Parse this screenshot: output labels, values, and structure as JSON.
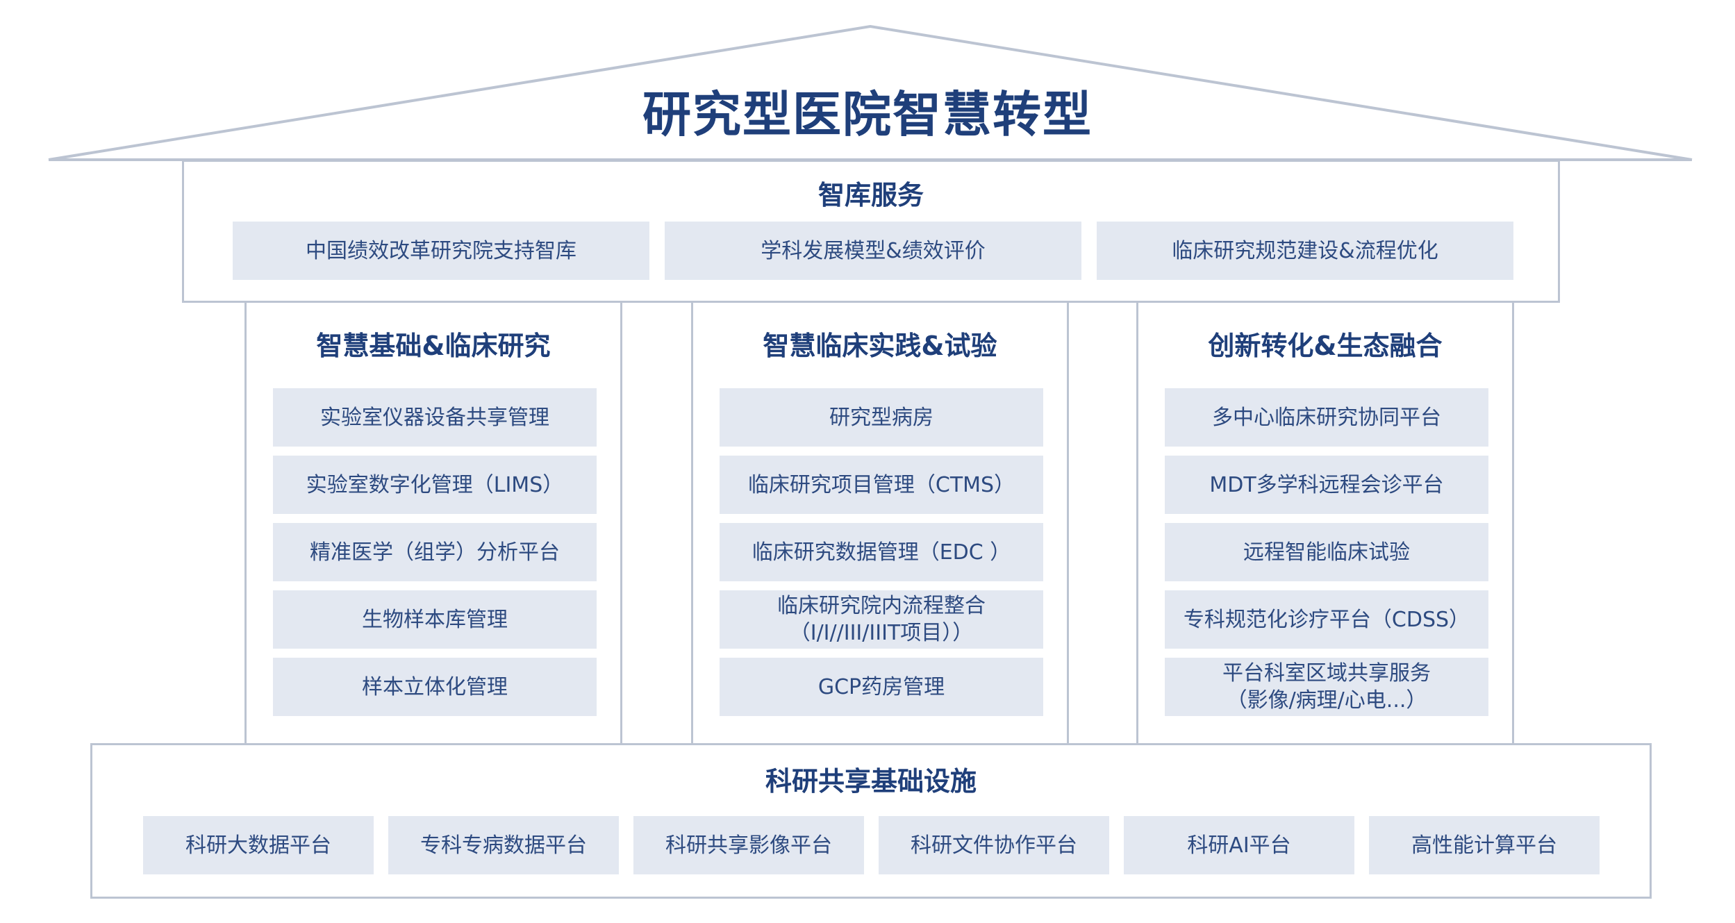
{
  "title": "研究型医院智慧转型",
  "think_tank": {
    "title": "智库服务",
    "items": [
      "中国绩效改革研究院支持智库",
      "学科发展模型&绩效评价",
      "临床研究规范建设&流程优化"
    ]
  },
  "pillars": [
    {
      "title": "智慧基础&临床研究",
      "items": [
        [
          "实验室仪器设备共享管理"
        ],
        [
          "实验室数字化管理（LIMS）"
        ],
        [
          "精准医学（组学）分析平台"
        ],
        [
          "生物样本库管理"
        ],
        [
          "样本立体化管理"
        ]
      ]
    },
    {
      "title": "智慧临床实践&试验",
      "items": [
        [
          "研究型病房"
        ],
        [
          "临床研究项目管理（CTMS）"
        ],
        [
          "临床研究数据管理（EDC ）"
        ],
        [
          "临床研究院内流程整合",
          "（I/I//III/IIIT项目））"
        ],
        [
          "GCP药房管理"
        ]
      ]
    },
    {
      "title": "创新转化&生态融合",
      "items": [
        [
          "多中心临床研究协同平台"
        ],
        [
          "MDT多学科远程会诊平台"
        ],
        [
          "远程智能临床试验"
        ],
        [
          "专科规范化诊疗平台（CDSS）"
        ],
        [
          "平台科室区域共享服务",
          "（影像/病理/心电...）"
        ]
      ]
    }
  ],
  "infrastructure": {
    "title": "科研共享基础设施",
    "items": [
      "科研大数据平台",
      "专科专病数据平台",
      "科研共享影像平台",
      "科研文件协作平台",
      "科研AI平台",
      "高性能计算平台"
    ]
  },
  "colors": {
    "title_text": "#1f3f7a",
    "item_text": "#2d4a80",
    "item_bg": "#e3e8f1",
    "border": "#bcc4d2"
  }
}
